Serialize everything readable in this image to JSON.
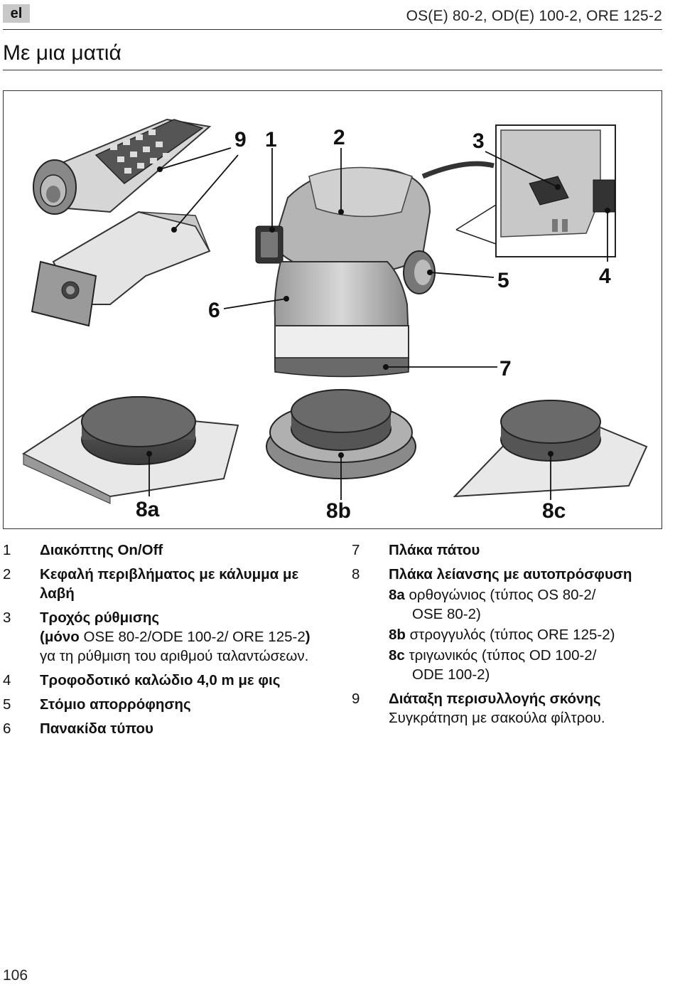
{
  "header": {
    "lang": "el",
    "model": "OS(E) 80-2, OD(E) 100-2, ORE 125-2"
  },
  "title": "Με μια ματιά",
  "figure": {
    "callouts": [
      "9",
      "1",
      "2",
      "3",
      "4",
      "5",
      "6",
      "7",
      "8a",
      "8b",
      "8c"
    ]
  },
  "legend": {
    "left": [
      {
        "num": "1",
        "title": "Διακόπτης On/Off"
      },
      {
        "num": "2",
        "title": "Κεφαλή περιβλήματος με κάλυμμα με λαβή"
      },
      {
        "num": "3",
        "title": "Τροχός ρύθμισης",
        "paren_bold": "(μόνο",
        "paren_rest": " OSE 80-2/ODE 100-2/ ORE 125-2",
        "paren_close": ")",
        "desc": "γα τη ρύθμιση του αριθμού ταλαντώσεων."
      },
      {
        "num": "4",
        "title": "Τροφοδοτικό καλώδιο 4,0 m με φις"
      },
      {
        "num": "5",
        "title": "Στόμιο απορρόφησης"
      },
      {
        "num": "6",
        "title": "Πανακίδα τύπου"
      }
    ],
    "right": [
      {
        "num": "7",
        "title": "Πλάκα πάτου"
      },
      {
        "num": "8",
        "title": "Πλάκα λείανσης με αυτοπρόσφυση",
        "subs": [
          {
            "id": "8a",
            "text": "ορθογώνιος (τύπος OS 80-2/",
            "cont": "OSE 80-2)"
          },
          {
            "id": "8b",
            "text": "στρογγυλός (τύπος ORE 125-2)",
            "cont": ""
          },
          {
            "id": "8c",
            "text": "τριγωνικός (τύπος OD 100-2/",
            "cont": "ODE 100-2)"
          }
        ]
      },
      {
        "num": "9",
        "title": "Διάταξη περισυλλογής σκόνης",
        "desc": "Συγκράτηση με σακούλα φίλτρου."
      }
    ]
  },
  "page_number": "106"
}
